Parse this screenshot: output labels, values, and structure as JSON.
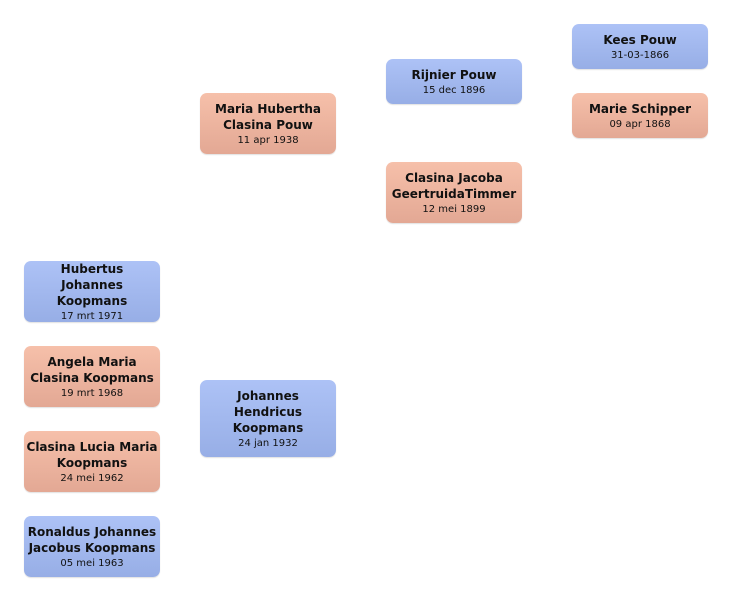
{
  "people": {
    "kees": {
      "name": "Kees Pouw",
      "date": "31-03-1866",
      "gender": "male"
    },
    "marie": {
      "name": "Marie Schipper",
      "date": "09 apr 1868",
      "gender": "female"
    },
    "rijnier": {
      "name": "Rijnier Pouw",
      "date": "15 dec 1896",
      "gender": "male"
    },
    "clasina_jacoba": {
      "name": "Clasina Jacoba GeertruidaTimmer",
      "date": "12 mei 1899",
      "gender": "female"
    },
    "maria": {
      "name": "Maria Hubertha Clasina Pouw",
      "date": "11 apr 1938",
      "gender": "female"
    },
    "johannes": {
      "name": "Johannes Hendricus Koopmans",
      "date": "24 jan 1932",
      "gender": "male"
    },
    "hubertus": {
      "name": "Hubertus Johannes Koopmans",
      "date": "17 mrt 1971",
      "gender": "male"
    },
    "angela": {
      "name": "Angela Maria Clasina Koopmans",
      "date": "19 mrt 1968",
      "gender": "female"
    },
    "clasina_lucia": {
      "name": "Clasina Lucia Maria Koopmans",
      "date": "24 mei 1962",
      "gender": "female"
    },
    "ronaldus": {
      "name": "Ronaldus Johannes Jacobus Koopmans",
      "date": "05 mei 1963",
      "gender": "male"
    }
  },
  "colors": {
    "male": "#a3b8ee",
    "female": "#edb49f"
  }
}
